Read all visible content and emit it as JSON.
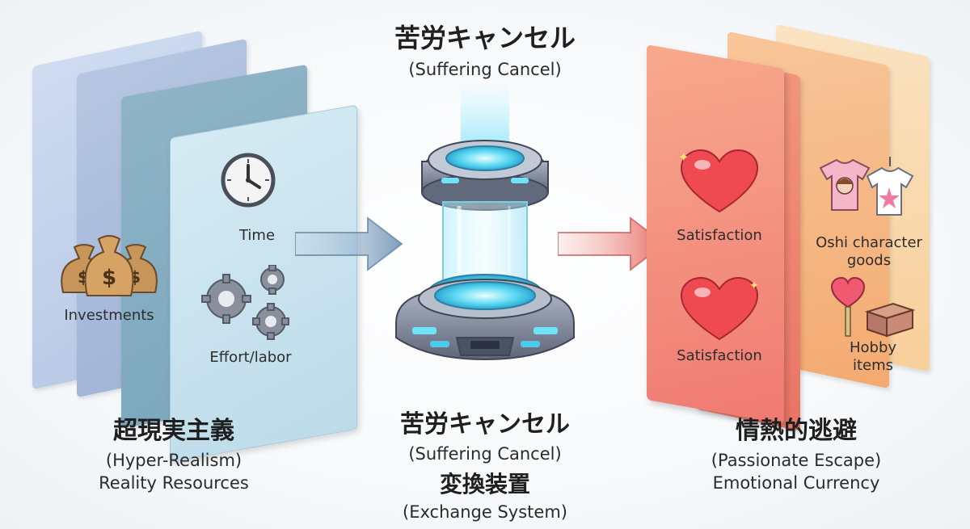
{
  "top_title": {
    "jp": "苦労キャンセル",
    "en": "(Suffering Cancel)"
  },
  "left": {
    "items": {
      "time": "Time",
      "investments": "Investments",
      "effort": "Effort/labor"
    },
    "caption": {
      "jp": "超現実主義",
      "en": "(Hyper-Realism)",
      "sub": "Reality Resources"
    }
  },
  "center": {
    "caption": {
      "jp": "苦労キャンセル",
      "en": "(Suffering Cancel)",
      "jp2": "変換装置",
      "en2": "(Exchange System)"
    }
  },
  "right": {
    "items": {
      "satisfaction_1": "Satisfaction",
      "satisfaction_2": "Satisfaction",
      "oshi": "Oshi character goods",
      "hobby": "Hobby items"
    },
    "caption": {
      "jp": "情熱的逃避",
      "en": "(Passionate Escape)",
      "sub": "Emotional Currency"
    }
  },
  "colors": {
    "left_accent": "#7fb0c8",
    "right_accent": "#ef7a72",
    "device_glow": "#7fe3f5"
  },
  "icons": [
    "clock-icon",
    "money-bags-icon",
    "gears-icon",
    "heart-icon",
    "tshirts-icon",
    "heart-lollipop-icon",
    "box-icon",
    "sparkle-icon"
  ]
}
